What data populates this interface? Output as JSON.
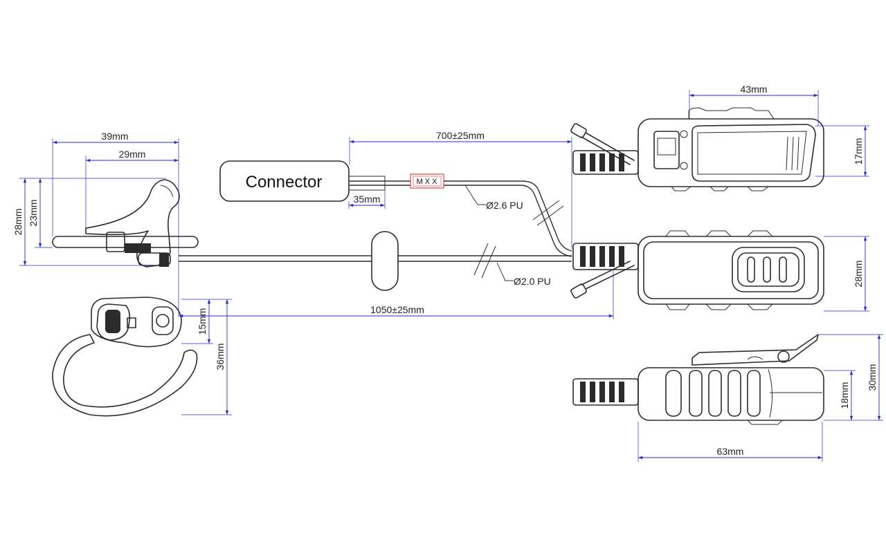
{
  "connector": {
    "label": "Connector"
  },
  "tag": {
    "label": "MXX"
  },
  "dimensions": {
    "cable_upper_length": "700±25mm",
    "cable_lower_length": "1050±25mm",
    "connector_tail": "35mm",
    "upper_cable_spec": "Ø2.6 PU",
    "lower_cable_spec": "Ø2.0 PU",
    "ear_width_outer": "39mm",
    "ear_width_inner": "29mm",
    "ear_height_outer": "28mm",
    "ear_height_inner": "23mm",
    "hook_height_small": "15mm",
    "hook_height_total": "36mm",
    "ptt_width": "43mm",
    "ptt_clip_height": "17mm",
    "ptt_body_height": "28mm",
    "side_length": "63mm",
    "side_body_height": "18mm",
    "side_total_height": "30mm"
  },
  "colors": {
    "dimension_line": "#2a2ad4",
    "outline": "#2b2b2b",
    "tag_border": "#e05050"
  }
}
